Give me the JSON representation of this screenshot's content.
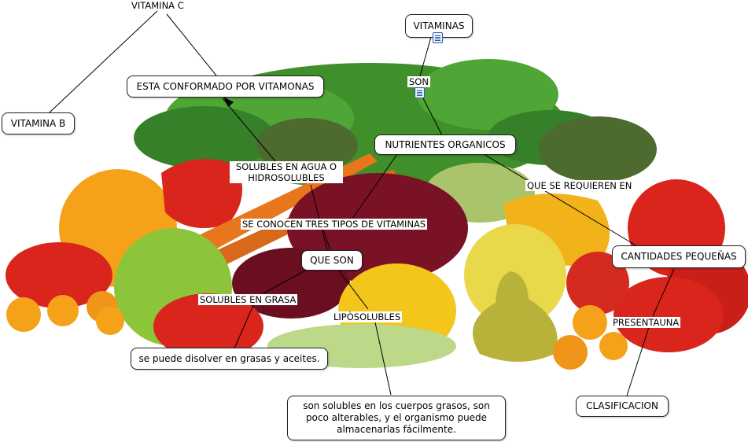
{
  "concepts": {
    "vitaminas": "VITAMINAS",
    "vitamina_c": "VITAMINA C",
    "vitamina_b": "VITAMINA B",
    "conformado": "ESTA CONFORMADO POR VITAMONAS",
    "nutrientes": "NUTRIENTES ORGANICOS",
    "cantidades": "CANTIDADES PEQUEÑAS",
    "que_son": "QUE SON",
    "disolver": "se puede disolver en grasas y aceites.",
    "almacenar": "son solubles en los cuerpos grasos, son poco alterables, y el organismo puede almacenarlas fácilmente.",
    "clasificacion": "CLASIFICACION"
  },
  "links": {
    "son": "SON",
    "hidrosolubles": "SOLUBLES EN AGUA O HIDROSOLUBLES",
    "requieren": "QUE SE REQUIEREN EN",
    "tres_tipos": "SE CONOCEN TRES TIPOS DE VITAMINAS",
    "grasa": "SOLUBLES EN GRASA",
    "liposolubles": "LIPÒSOLUBLES",
    "presenta": "PRESENTAUNA"
  },
  "icons": [
    "document-icon",
    "document-icon"
  ],
  "colors": {
    "tomato": "#d9251c",
    "lettuce": "#3f8f2a",
    "broccoli": "#4d6b2f",
    "carrot": "#e8761c",
    "lemon": "#f4c51a",
    "orange": "#f5a21a",
    "grape": "#7a1225",
    "green_grape": "#a9c46a",
    "apple": "#8cc43a",
    "pear": "#b8b23a",
    "pepper_yellow": "#f2b21a",
    "celery": "#bcd98a"
  }
}
